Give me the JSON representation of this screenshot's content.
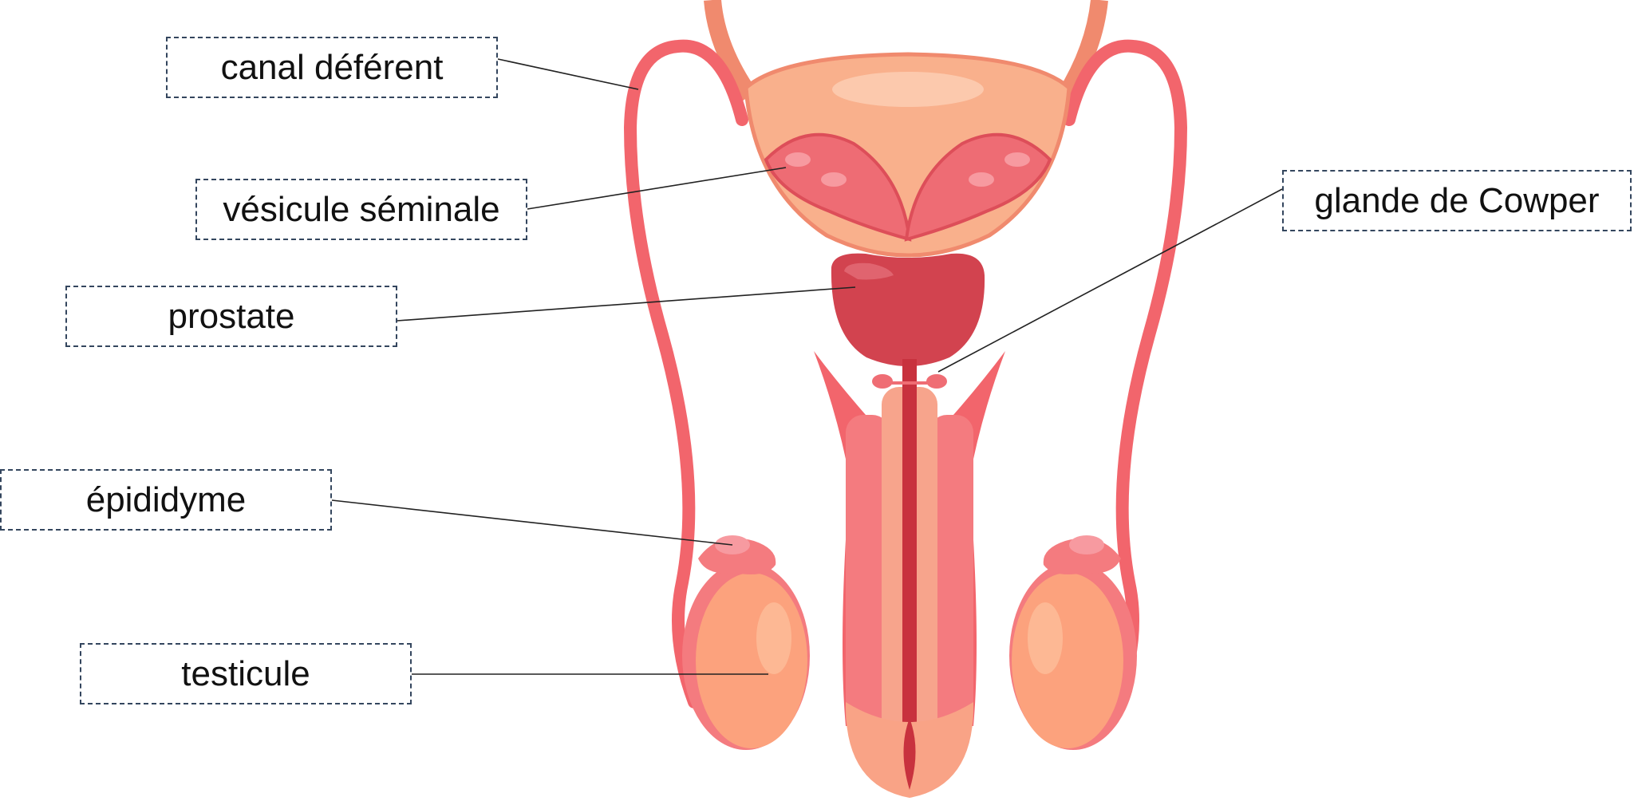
{
  "labels": {
    "canal_deferent": "canal déférent",
    "vesicule_seminale": "vésicule séminale",
    "prostate": "prostate",
    "epididyme": "épididyme",
    "testicule": "testicule",
    "glande_de_cowper": "glande de Cowper"
  },
  "colors": {
    "duct": "#f2656c",
    "bladder": "#f9b08c",
    "prostate": "#d2434f",
    "testis": "#fca27d",
    "tissue": "#f7a48c",
    "leader_line": "#222222",
    "label_border": "#34465e"
  }
}
